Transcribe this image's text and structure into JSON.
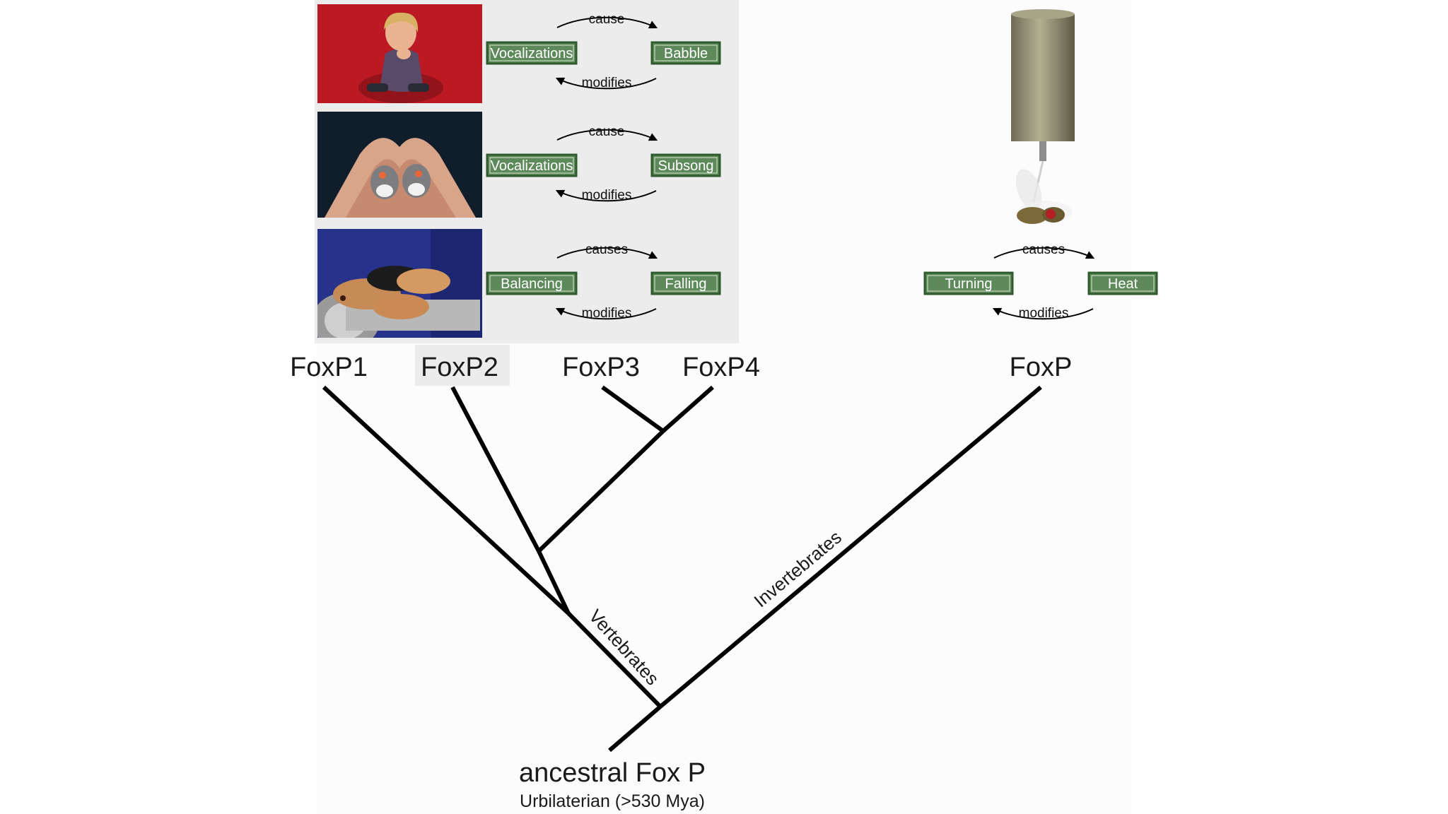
{
  "genes": {
    "foxp1": "FoxP1",
    "foxp2": "FoxP2",
    "foxp3": "FoxP3",
    "foxp4": "FoxP4",
    "foxp": "FoxP"
  },
  "root": {
    "title": "ancestral Fox P",
    "subtitle": "Urbilaterian (>530 Mya)"
  },
  "clades": {
    "vertebrates": "Vertebrates",
    "invertebrates": "Invertebrates"
  },
  "loops": [
    {
      "left": "Vocalizations",
      "right": "Babble",
      "top": "cause",
      "bottom": "modifies"
    },
    {
      "left": "Vocalizations",
      "right": "Subsong",
      "top": "cause",
      "bottom": "modifies"
    },
    {
      "left": "Balancing",
      "right": "Falling",
      "top": "causes",
      "bottom": "modifies"
    },
    {
      "left": "Turning",
      "right": "Heat",
      "top": "causes",
      "bottom": "modifies"
    }
  ],
  "colors": {
    "box_fill": "#5e8a5b",
    "box_border": "#2f5a2e",
    "tree_line": "#000000",
    "panel_bg": "#ececec"
  }
}
